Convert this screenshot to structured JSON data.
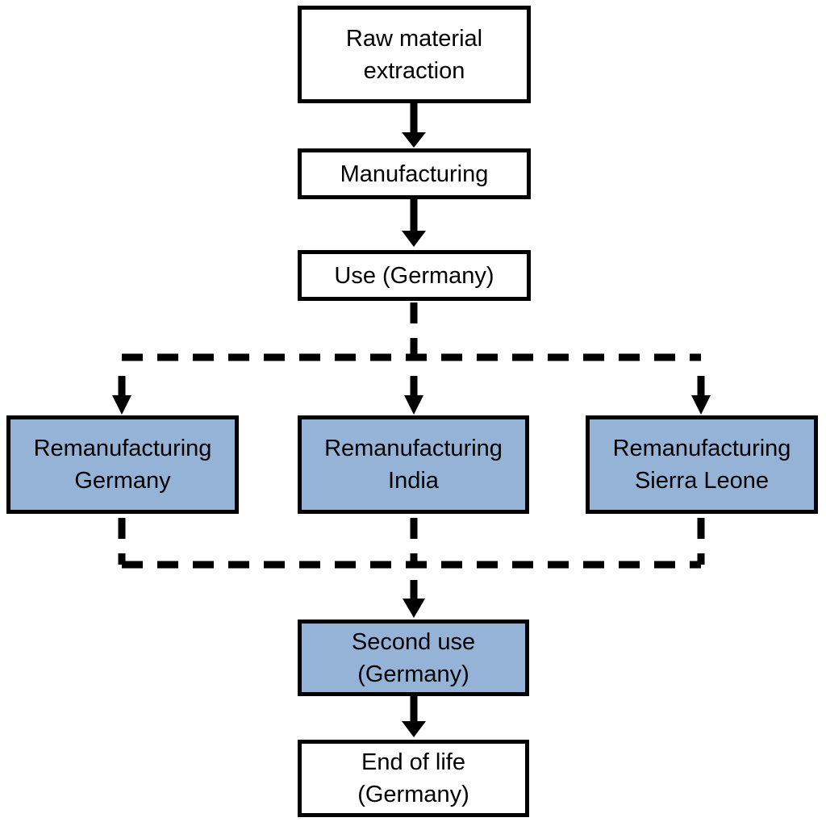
{
  "diagram": {
    "type": "flowchart",
    "description": "Product life cycle flow with remanufacturing scenarios",
    "nodes": [
      {
        "id": "raw-material-extraction",
        "lines": [
          "Raw material",
          "extraction"
        ],
        "fill": "#ffffff"
      },
      {
        "id": "manufacturing",
        "lines": [
          "Manufacturing"
        ],
        "fill": "#ffffff"
      },
      {
        "id": "use-germany",
        "lines": [
          "Use (Germany)"
        ],
        "fill": "#ffffff"
      },
      {
        "id": "remanufacturing-germany",
        "lines": [
          "Remanufacturing",
          "Germany"
        ],
        "fill": "#95b3d7"
      },
      {
        "id": "remanufacturing-india",
        "lines": [
          "Remanufacturing",
          "India"
        ],
        "fill": "#95b3d7"
      },
      {
        "id": "remanufacturing-sierra-leone",
        "lines": [
          "Remanufacturing",
          "Sierra Leone"
        ],
        "fill": "#95b3d7"
      },
      {
        "id": "second-use-germany",
        "lines": [
          "Second use",
          "(Germany)"
        ],
        "fill": "#95b3d7"
      },
      {
        "id": "end-of-life-germany",
        "lines": [
          "End of life",
          "(Germany)"
        ],
        "fill": "#ffffff"
      }
    ],
    "edges": [
      {
        "from": "raw-material-extraction",
        "to": "manufacturing",
        "style": "solid-arrow"
      },
      {
        "from": "manufacturing",
        "to": "use-germany",
        "style": "solid-arrow"
      },
      {
        "from": "use-germany",
        "to": "remanufacturing-germany",
        "style": "dashed-arrow"
      },
      {
        "from": "use-germany",
        "to": "remanufacturing-india",
        "style": "dashed-arrow"
      },
      {
        "from": "use-germany",
        "to": "remanufacturing-sierra-leone",
        "style": "dashed-arrow"
      },
      {
        "from": "remanufacturing-germany",
        "to": "second-use-germany",
        "style": "dashed-arrow"
      },
      {
        "from": "remanufacturing-india",
        "to": "second-use-germany",
        "style": "dashed-arrow"
      },
      {
        "from": "remanufacturing-sierra-leone",
        "to": "second-use-germany",
        "style": "dashed-arrow"
      },
      {
        "from": "second-use-germany",
        "to": "end-of-life-germany",
        "style": "solid-arrow"
      }
    ],
    "colors": {
      "highlight_fill": "#95b3d7",
      "plain_fill": "#ffffff",
      "border": "#000000",
      "connector": "#000000",
      "text": "#000000",
      "background": "#ffffff"
    }
  }
}
